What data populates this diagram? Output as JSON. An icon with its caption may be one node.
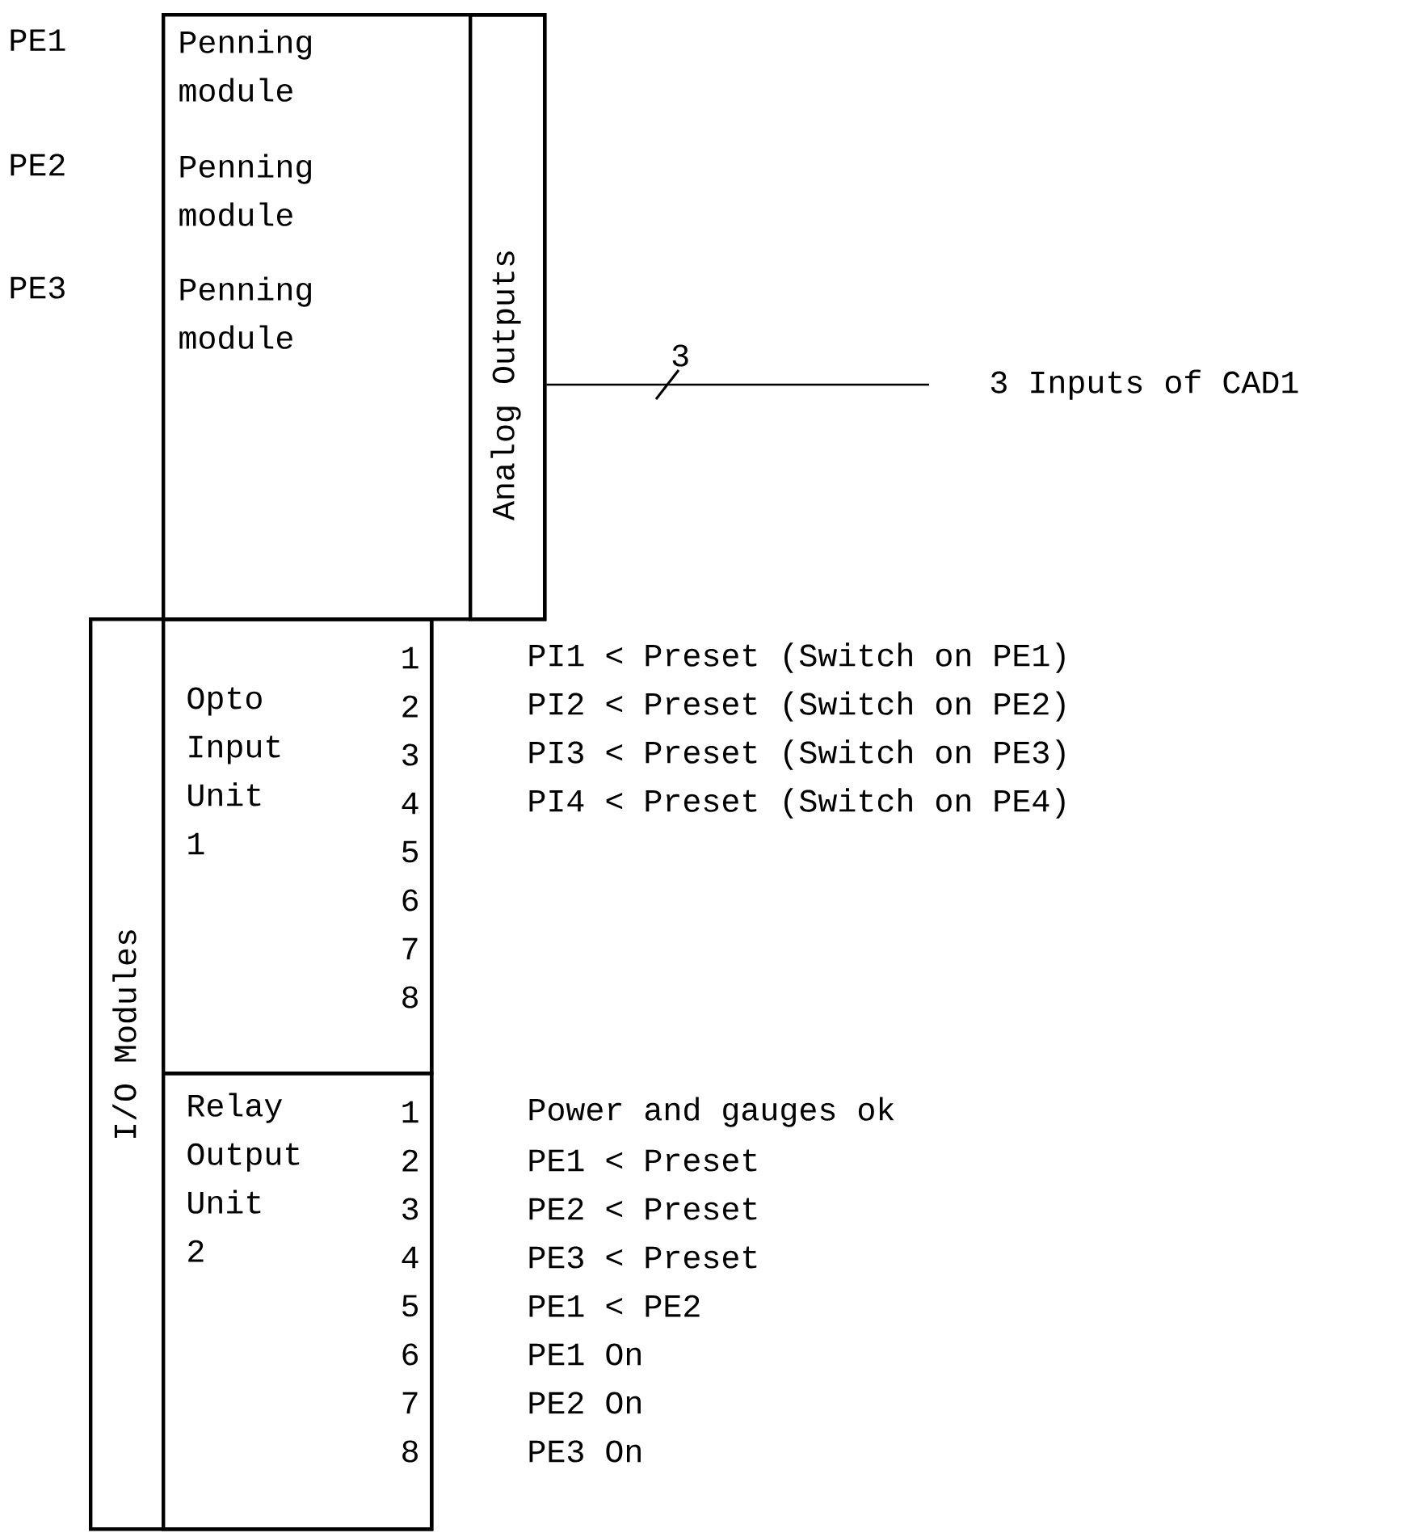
{
  "diagram": {
    "nodes": [
      {
        "text": [
          "Penning module",
          "Penning module",
          "Penning module"
        ],
        "beside": [
          "PE1",
          "PE2",
          "PE3"
        ]
      },
      {
        "text": [
          "Analog Outputs"
        ],
        "in": 0
      },
      {
        "text": [
          "I/O Modules"
        ]
      },
      {
        "text": [
          "Opto Input Unit 1",
          "1",
          "2",
          "3",
          "4",
          "5",
          "6",
          "7",
          "8"
        ],
        "in": 2
      },
      {
        "text": [
          "Relay Output Unit 2",
          "1",
          "2",
          "3",
          "4",
          "5",
          "6",
          "7",
          "8"
        ],
        "in": 2
      },
      {
        "text": [
          "3 Inputs of CAD1"
        ]
      }
    ],
    "edges": [
      {
        "from": 1,
        "to": 5,
        "arrow": "none",
        "label": "3"
      }
    ],
    "labels": [
      "PI1 < Preset (Switch on PE1)",
      "PI2 < Preset (Switch on PE2)",
      "PI3 < Preset (Switch on PE3)",
      "PI4 < Preset (Switch on PE4)",
      "Power and gauges ok",
      "PE1 < Preset",
      "PE2 < Preset",
      "PE3 < Preset",
      "PE1 < PE2",
      "PE1 On",
      "PE2 On",
      "PE3 On"
    ]
  }
}
